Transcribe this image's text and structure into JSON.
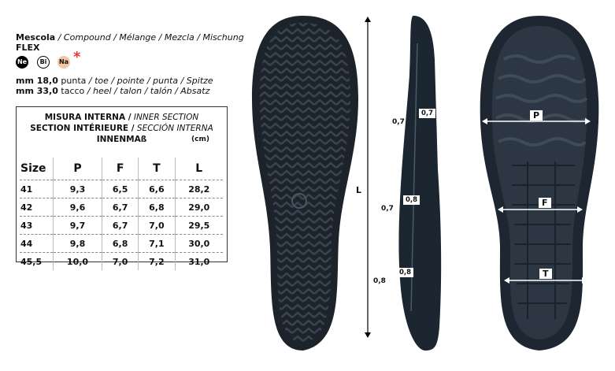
{
  "compound": {
    "label": "Mescola",
    "translations": "/ Compound / Mélange / Mezcla / Mischung",
    "name": "FLEX"
  },
  "badges": [
    {
      "text": "Ne",
      "color": "#000000"
    },
    {
      "text": "Bi",
      "color": "#ffffff"
    },
    {
      "text": "Na",
      "color": "#f2c6a3"
    }
  ],
  "asterisk": "*",
  "toe": {
    "value": "mm 18,0",
    "label": "punta",
    "translations": "/ toe / pointe / punta / Spitze"
  },
  "heel": {
    "value": "mm 33,0",
    "label": "tacco",
    "translations": "/ heel / talon / talón / Absatz"
  },
  "table": {
    "title1": "MISURA INTERNA /",
    "title1i": "INNER SECTION",
    "title2": "SECTION INTÉRIEURE /",
    "title2i": "SECCIÓN INTERNA",
    "title3": "INNENMAß",
    "unit": "(cm)",
    "headers": [
      "Size",
      "P",
      "F",
      "T",
      "L"
    ],
    "rows": [
      [
        "41",
        "9,3",
        "6,5",
        "6,6",
        "28,2"
      ],
      [
        "42",
        "9,6",
        "6,7",
        "6,8",
        "29,0"
      ],
      [
        "43",
        "9,7",
        "6,7",
        "7,0",
        "29,5"
      ],
      [
        "44",
        "9,8",
        "6,8",
        "7,1",
        "30,0"
      ],
      [
        "45,5",
        "10,0",
        "7,0",
        "7,2",
        "31,0"
      ]
    ]
  },
  "side": {
    "L": "L",
    "outer": [
      "0,7",
      "0,7",
      "0,8"
    ],
    "inner": [
      "0,7",
      "0,8",
      "0,8"
    ]
  },
  "insole": {
    "P": "P",
    "F": "F",
    "T": "T"
  }
}
